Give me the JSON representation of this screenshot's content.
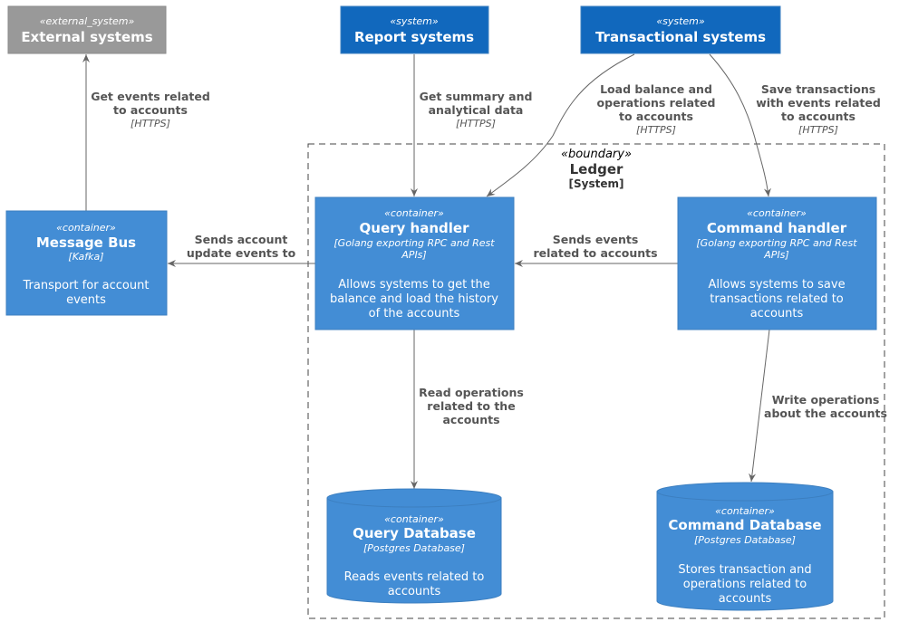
{
  "colors": {
    "system": "#1168BD",
    "container": "#438DD5",
    "external": "#999999",
    "arrow": "#666666",
    "label": "#555555"
  },
  "nodes": {
    "external_systems": {
      "stereotype": "«external_system»",
      "title": "External systems"
    },
    "report_systems": {
      "stereotype": "«system»",
      "title": "Report systems"
    },
    "transactional_systems": {
      "stereotype": "«system»",
      "title": "Transactional systems"
    },
    "message_bus": {
      "stereotype": "«container»",
      "title": "Message Bus",
      "tech": "[Kafka]",
      "desc": [
        "Transport for account",
        "events"
      ]
    },
    "query_handler": {
      "stereotype": "«container»",
      "title": "Query handler",
      "tech": [
        "[Golang exporting RPC and Rest",
        "APIs]"
      ],
      "desc": [
        "Allows systems to get the",
        "balance and load the history",
        "of the accounts"
      ]
    },
    "command_handler": {
      "stereotype": "«container»",
      "title": "Command handler",
      "tech": [
        "[Golang exporting RPC and Rest",
        "APIs]"
      ],
      "desc": [
        "Allows systems to save",
        "transactions related to",
        "accounts"
      ]
    },
    "query_database": {
      "stereotype": "«container»",
      "title": "Query Database",
      "tech": "[Postgres Database]",
      "desc": [
        "Reads events related to",
        "accounts"
      ]
    },
    "command_database": {
      "stereotype": "«container»",
      "title": "Command Database",
      "tech": "[Postgres Database]",
      "desc": [
        "Stores transaction and",
        "operations related to",
        "accounts"
      ]
    }
  },
  "boundary": {
    "stereotype": "«boundary»",
    "title": "Ledger",
    "type": "[System]"
  },
  "edges": {
    "bus_to_external": {
      "label": [
        "Get events related",
        "to accounts"
      ],
      "tech": "[HTTPS]"
    },
    "report_to_query": {
      "label": [
        "Get summary and",
        "analytical data"
      ],
      "tech": "[HTTPS]"
    },
    "trans_to_query": {
      "label": [
        "Load balance and",
        "operations related",
        "to accounts"
      ],
      "tech": "[HTTPS]"
    },
    "trans_to_command": {
      "label": [
        "Save transactions",
        "with events related",
        "to accounts"
      ],
      "tech": "[HTTPS]"
    },
    "query_to_bus": {
      "label": [
        "Sends account",
        "update events to"
      ]
    },
    "command_to_query": {
      "label": [
        "Sends events",
        "related to accounts"
      ]
    },
    "query_to_qdb": {
      "label": [
        "Read operations",
        "related to the",
        "accounts"
      ]
    },
    "command_to_cdb": {
      "label": [
        "Write operations",
        "about the accounts"
      ]
    }
  }
}
